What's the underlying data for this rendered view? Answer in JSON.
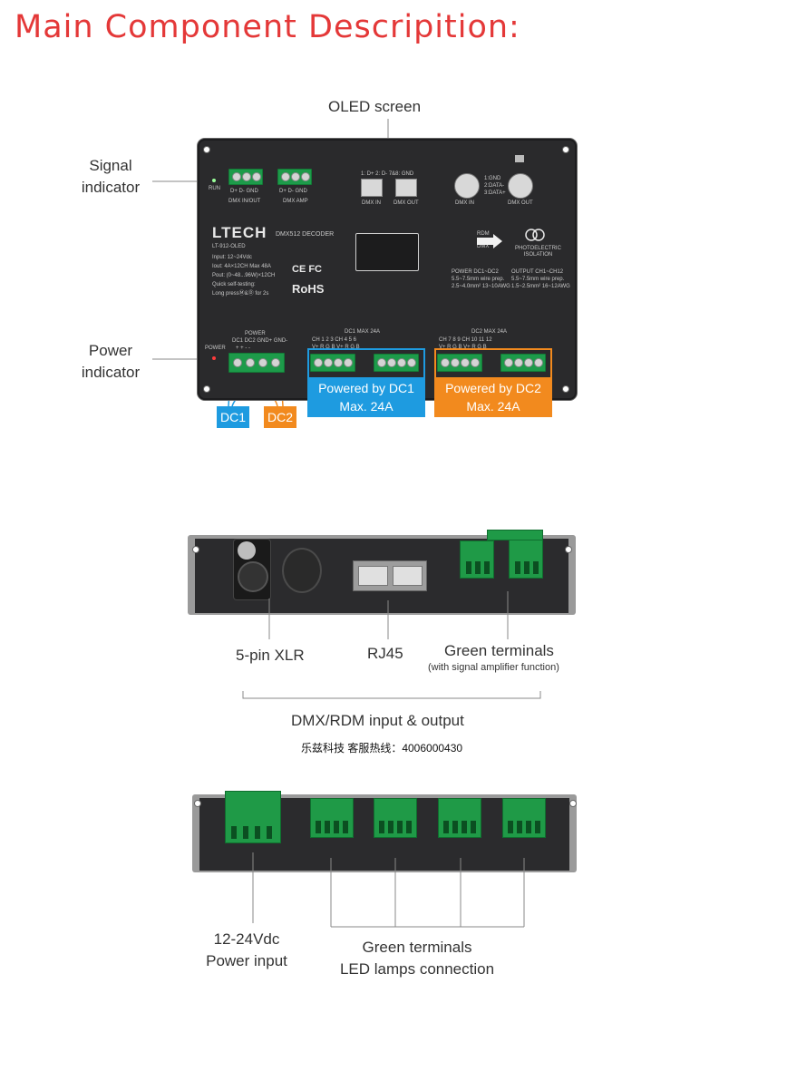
{
  "title": "Main Component Descripition:",
  "top_device": {
    "labels": {
      "oled_screen": "OLED screen",
      "signal_indicator": [
        "Signal",
        "indicator"
      ],
      "power_indicator": [
        "Power",
        "indicator"
      ]
    },
    "front": {
      "run": "RUN",
      "dmx_in_out_pins": "D+  D-  GND",
      "dmx_in_out": "DMX IN/OUT",
      "dmx_amp_pins": "D+  D-  GND",
      "dmx_amp": "DMX AMP",
      "rj_pins": "1: D+  2: D-  7&8: GND",
      "rj_in": "DMX IN",
      "rj_out": "DMX OUT",
      "xlr_pins": [
        "1:GND",
        "2:DATA-",
        "3:DATA+"
      ],
      "xlr_in": "DMX IN",
      "xlr_out": "DMX OUT",
      "brand": "LTECH",
      "model_name": "DMX512  DECODER",
      "model": "LT-912-OLED",
      "specs": [
        "Input: 12~24Vdc",
        "Iout:  4A×12CH    Max 48A",
        "Pout: (0~48...96W)×12CH",
        "Quick self-testing:",
        "Long pressⓂ&Ⓓ for 2s"
      ],
      "certs": "CE FC",
      "rohs": "RoHS",
      "rdm": "RDM",
      "dmx": "DMX",
      "photo": [
        "PHOTOELECTRIC",
        "ISOLATION"
      ],
      "power_spec": [
        "POWER   DC1~DC2",
        "5.5~7.5mm wire prep.",
        "2.5~4.0mm² 13~10AWG"
      ],
      "output_spec": [
        "OUTPUT  CH1~CH12",
        "5.5~7.5mm wire prep.",
        "1.5~2.5mm² 16~12AWG"
      ],
      "power": "POWER",
      "power_hdr": "POWER",
      "power_pins": "DC1  DC2  GND+  GND-",
      "power_signs": "+   +   -   -",
      "dc1_hdr": "DC1  MAX 24A",
      "dc1_ch": "CH   1   2   3        CH   4   5   6",
      "dc1_pins": "V+  R   G   B        V+  R   G   B",
      "dc2_hdr": "DC2  MAX 24A",
      "dc2_ch": "CH   7   8   9        CH  10  11  12",
      "dc2_pins": "V+  R   G   B        V+  R   G   B"
    },
    "tags": {
      "dc1": "DC1",
      "dc2": "DC2",
      "powered_dc1": [
        "Powered by DC1",
        "Max. 24A"
      ],
      "powered_dc2": [
        "Powered by DC2",
        "Max. 24A"
      ]
    },
    "colors": {
      "title_red": "#e43838",
      "blue": "#1e9be0",
      "orange": "#f28a1e",
      "terminal_green": "#1d9b4a"
    }
  },
  "side_view": {
    "labels": {
      "xlr": "5-pin XLR",
      "rj45": "RJ45",
      "green_terminals": "Green terminals",
      "green_terminals_note": "(with signal amplifier function)",
      "group": "DMX/RDM input & output",
      "hotline": "乐兹科技 客服热线：4006000430"
    }
  },
  "bottom_view": {
    "labels": {
      "power_input": [
        "12-24Vdc",
        "Power input"
      ],
      "led_terminals": [
        "Green terminals",
        "LED lamps connection"
      ]
    }
  }
}
